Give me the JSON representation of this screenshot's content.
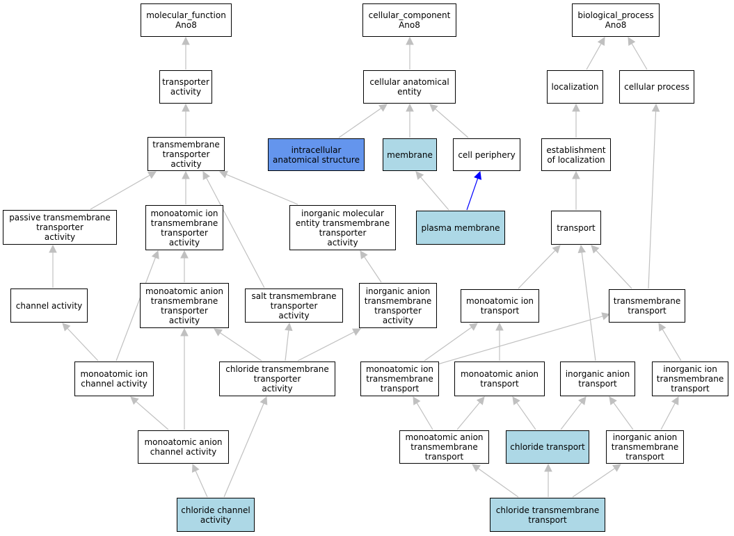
{
  "colors": {
    "default_fill": "#ffffff",
    "highlight_fill": "#add8e6",
    "strong_fill": "#6495ed",
    "edge_gray": "#c0c0c0",
    "edge_blue": "#0000ff"
  },
  "nodes": [
    {
      "id": "mf",
      "label": "molecular_function\nAno8",
      "fill": "default"
    },
    {
      "id": "ta",
      "label": "transporter\nactivity",
      "fill": "default"
    },
    {
      "id": "tta",
      "label": "transmembrane\ntransporter\nactivity",
      "fill": "default"
    },
    {
      "id": "pass",
      "label": "passive transmembrane\ntransporter\nactivity",
      "fill": "default"
    },
    {
      "id": "miota",
      "label": "monoatomic ion\ntransmembrane\ntransporter\nactivity",
      "fill": "default"
    },
    {
      "id": "imeta",
      "label": "inorganic molecular\nentity transmembrane\ntransporter\nactivity",
      "fill": "default"
    },
    {
      "id": "chact",
      "label": "channel activity",
      "fill": "default"
    },
    {
      "id": "maota",
      "label": "monoatomic anion\ntransmembrane\ntransporter\nactivity",
      "fill": "default"
    },
    {
      "id": "salt",
      "label": "salt transmembrane\ntransporter\nactivity",
      "fill": "default"
    },
    {
      "id": "iata",
      "label": "inorganic anion\ntransmembrane\ntransporter\nactivity",
      "fill": "default"
    },
    {
      "id": "mica",
      "label": "monoatomic ion\nchannel activity",
      "fill": "default"
    },
    {
      "id": "clta",
      "label": "chloride transmembrane\ntransporter\nactivity",
      "fill": "default"
    },
    {
      "id": "maca",
      "label": "monoatomic anion\nchannel activity",
      "fill": "default"
    },
    {
      "id": "clca",
      "label": "chloride channel\nactivity",
      "fill": "highlight"
    },
    {
      "id": "cc",
      "label": "cellular_component\nAno8",
      "fill": "default"
    },
    {
      "id": "cae",
      "label": "cellular anatomical\nentity",
      "fill": "default"
    },
    {
      "id": "ias",
      "label": "intracellular\nanatomical structure",
      "fill": "strong"
    },
    {
      "id": "mem",
      "label": "membrane",
      "fill": "highlight"
    },
    {
      "id": "cp",
      "label": "cell periphery",
      "fill": "default"
    },
    {
      "id": "pm",
      "label": "plasma membrane",
      "fill": "highlight"
    },
    {
      "id": "bp",
      "label": "biological_process\nAno8",
      "fill": "default"
    },
    {
      "id": "loc",
      "label": "localization",
      "fill": "default"
    },
    {
      "id": "cproc",
      "label": "cellular process",
      "fill": "default"
    },
    {
      "id": "eloc",
      "label": "establishment\nof localization",
      "fill": "default"
    },
    {
      "id": "tr",
      "label": "transport",
      "fill": "default"
    },
    {
      "id": "mit",
      "label": "monoatomic ion\ntransport",
      "fill": "default"
    },
    {
      "id": "tmt",
      "label": "transmembrane\ntransport",
      "fill": "default"
    },
    {
      "id": "mitt",
      "label": "monoatomic ion\ntransmembrane\ntransport",
      "fill": "default"
    },
    {
      "id": "mat",
      "label": "monoatomic anion\ntransport",
      "fill": "default"
    },
    {
      "id": "iat",
      "label": "inorganic anion\ntransport",
      "fill": "default"
    },
    {
      "id": "iitt",
      "label": "inorganic ion\ntransmembrane\ntransport",
      "fill": "default"
    },
    {
      "id": "matt",
      "label": "monoatomic anion\ntransmembrane\ntransport",
      "fill": "default"
    },
    {
      "id": "clt",
      "label": "chloride transport",
      "fill": "highlight"
    },
    {
      "id": "iatt",
      "label": "inorganic anion\ntransmembrane\ntransport",
      "fill": "default"
    },
    {
      "id": "cltt",
      "label": "chloride transmembrane\ntransport",
      "fill": "highlight"
    }
  ],
  "edges": [
    {
      "from": "ta",
      "to": "mf",
      "color": "gray"
    },
    {
      "from": "tta",
      "to": "ta",
      "color": "gray"
    },
    {
      "from": "pass",
      "to": "tta",
      "color": "gray"
    },
    {
      "from": "miota",
      "to": "tta",
      "color": "gray"
    },
    {
      "from": "imeta",
      "to": "tta",
      "color": "gray"
    },
    {
      "from": "salt",
      "to": "tta",
      "color": "gray"
    },
    {
      "from": "chact",
      "to": "pass",
      "color": "gray"
    },
    {
      "from": "maota",
      "to": "miota",
      "color": "gray"
    },
    {
      "from": "mica",
      "to": "miota",
      "color": "gray"
    },
    {
      "from": "iata",
      "to": "imeta",
      "color": "gray"
    },
    {
      "from": "mica",
      "to": "chact",
      "color": "gray"
    },
    {
      "from": "maca",
      "to": "mica",
      "color": "gray"
    },
    {
      "from": "maca",
      "to": "maota",
      "color": "gray"
    },
    {
      "from": "clta",
      "to": "maota",
      "color": "gray"
    },
    {
      "from": "clta",
      "to": "salt",
      "color": "gray"
    },
    {
      "from": "clta",
      "to": "iata",
      "color": "gray"
    },
    {
      "from": "clca",
      "to": "maca",
      "color": "gray"
    },
    {
      "from": "clca",
      "to": "clta",
      "color": "gray"
    },
    {
      "from": "cae",
      "to": "cc",
      "color": "gray"
    },
    {
      "from": "ias",
      "to": "cae",
      "color": "gray"
    },
    {
      "from": "mem",
      "to": "cae",
      "color": "gray"
    },
    {
      "from": "cp",
      "to": "cae",
      "color": "gray"
    },
    {
      "from": "pm",
      "to": "mem",
      "color": "gray"
    },
    {
      "from": "pm",
      "to": "cp",
      "color": "blue"
    },
    {
      "from": "loc",
      "to": "bp",
      "color": "gray"
    },
    {
      "from": "cproc",
      "to": "bp",
      "color": "gray"
    },
    {
      "from": "eloc",
      "to": "loc",
      "color": "gray"
    },
    {
      "from": "tr",
      "to": "eloc",
      "color": "gray"
    },
    {
      "from": "mit",
      "to": "tr",
      "color": "gray"
    },
    {
      "from": "tmt",
      "to": "tr",
      "color": "gray"
    },
    {
      "from": "iat",
      "to": "tr",
      "color": "gray"
    },
    {
      "from": "tmt",
      "to": "cproc",
      "color": "gray"
    },
    {
      "from": "mitt",
      "to": "mit",
      "color": "gray"
    },
    {
      "from": "mitt",
      "to": "tmt",
      "color": "gray"
    },
    {
      "from": "mat",
      "to": "mit",
      "color": "gray"
    },
    {
      "from": "iitt",
      "to": "tmt",
      "color": "gray"
    },
    {
      "from": "matt",
      "to": "mitt",
      "color": "gray"
    },
    {
      "from": "matt",
      "to": "mat",
      "color": "gray"
    },
    {
      "from": "clt",
      "to": "mat",
      "color": "gray"
    },
    {
      "from": "clt",
      "to": "iat",
      "color": "gray"
    },
    {
      "from": "iatt",
      "to": "iat",
      "color": "gray"
    },
    {
      "from": "iatt",
      "to": "iitt",
      "color": "gray"
    },
    {
      "from": "cltt",
      "to": "matt",
      "color": "gray"
    },
    {
      "from": "cltt",
      "to": "clt",
      "color": "gray"
    },
    {
      "from": "cltt",
      "to": "iatt",
      "color": "gray"
    }
  ]
}
